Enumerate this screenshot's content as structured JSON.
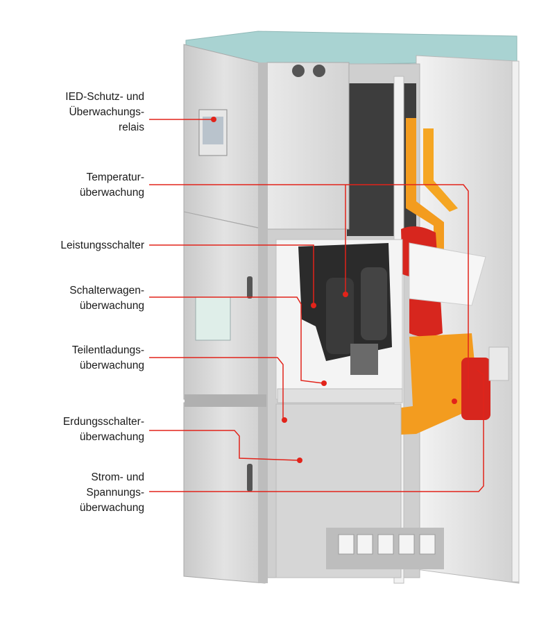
{
  "labels": [
    {
      "id": "ied",
      "text": "IED-Schutz- und\nÜberwachungs-\nrelais"
    },
    {
      "id": "temp",
      "text": "Temperatur-\nüberwachung"
    },
    {
      "id": "breaker",
      "text": "Leistungsschalter"
    },
    {
      "id": "truck",
      "text": "Schalterwagen-\nüberwachung"
    },
    {
      "id": "pd",
      "text": "Teilentladungs-\nüberwachung"
    },
    {
      "id": "earth",
      "text": "Erdungsschalter-\nüberwachung"
    },
    {
      "id": "cv",
      "text": "Strom- und\nSpannungs-\nüberwachung"
    }
  ],
  "colors": {
    "callout": "#e2231a",
    "text": "#1a1a1a",
    "panel": "#d9d9d9",
    "roof": "#a9d3d2",
    "busbar": "#f39c1f",
    "insulator": "#d7261e"
  }
}
